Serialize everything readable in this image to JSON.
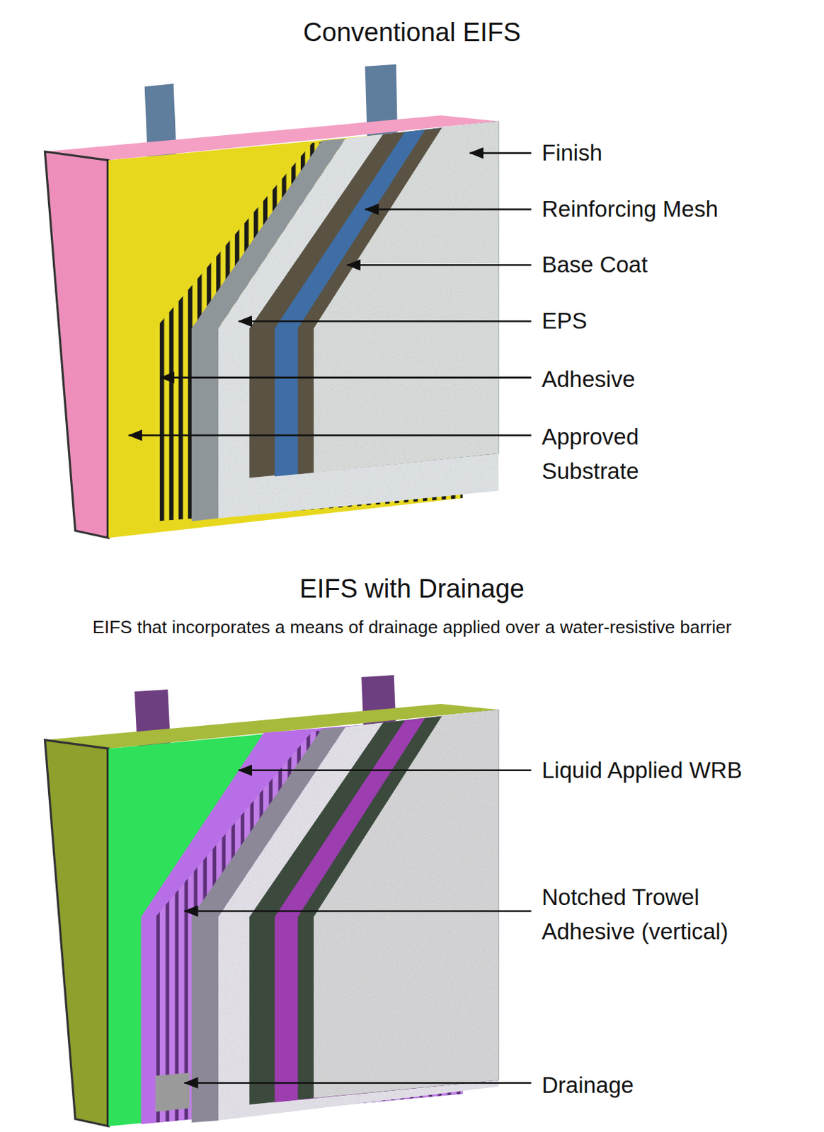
{
  "diagram": {
    "labels": [
      "Conventional EIFS",
      "Finish",
      "Reinforcing Mesh",
      "Base Coat",
      "EPS",
      "Adhesive",
      "Approved Substrate",
      "EIFS with Drainage",
      "EIFS that incorporates a means of drainage applied over a water-resistive barrier",
      "Liquid Applied WRB",
      "Notched Trowel Adhesive (vertical)",
      "Drainage"
    ]
  }
}
